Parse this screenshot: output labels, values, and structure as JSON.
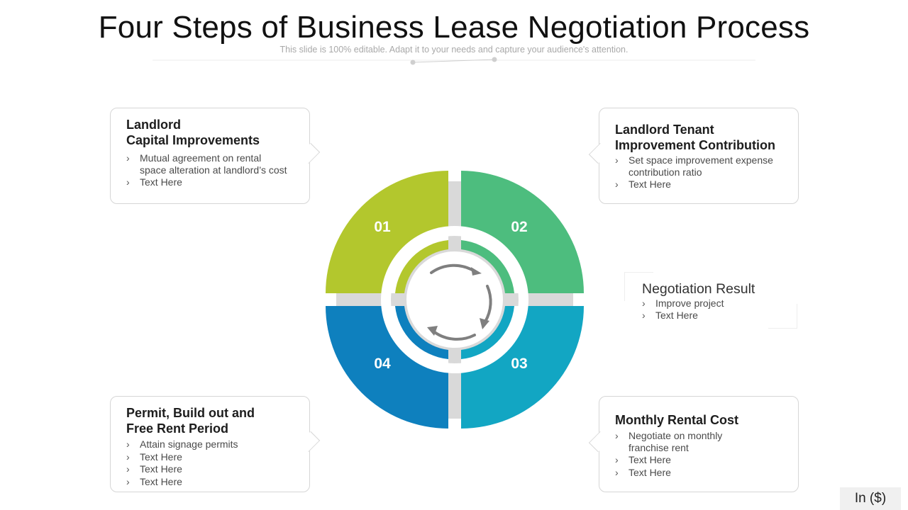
{
  "slide": {
    "title": "Four Steps of Business Lease Negotiation Process",
    "subtitle": "This slide is 100% editable. Adapt it to your needs and capture your audience's attention."
  },
  "colors": {
    "step1": "#b3c72d",
    "step2": "#4dbd7e",
    "step3": "#12a6c3",
    "step4": "#0e80be",
    "gray": "#d9d9d9",
    "arrow": "#7f7f7f"
  },
  "segments": [
    {
      "number": "01"
    },
    {
      "number": "02"
    },
    {
      "number": "03"
    },
    {
      "number": "04"
    }
  ],
  "boxes": {
    "landlord_capital": {
      "title_line1": "Landlord",
      "title_line2": "Capital Improvements",
      "items": [
        "Mutual agreement on rental",
        "space alteration at landlord’s cost",
        "Text Here"
      ]
    },
    "landlord_tenant": {
      "title_line1": "Landlord Tenant",
      "title_line2": "Improvement Contribution",
      "items": [
        "Set space improvement expense",
        "contribution ratio",
        "Text Here"
      ]
    },
    "monthly_rental": {
      "title": "Monthly Rental Cost",
      "items": [
        "Negotiate on monthly",
        "franchise rent",
        "Text Here",
        "Text Here"
      ]
    },
    "permit_build": {
      "title_line1": "Permit, Build out and",
      "title_line2": "Free Rent Period",
      "items": [
        "Attain signage permits",
        "Text Here",
        "Text Here",
        "Text Here"
      ]
    }
  },
  "result": {
    "title": "Negotiation Result",
    "items": [
      "Improve project",
      "Text Here"
    ]
  },
  "corner_label": "In ($)"
}
